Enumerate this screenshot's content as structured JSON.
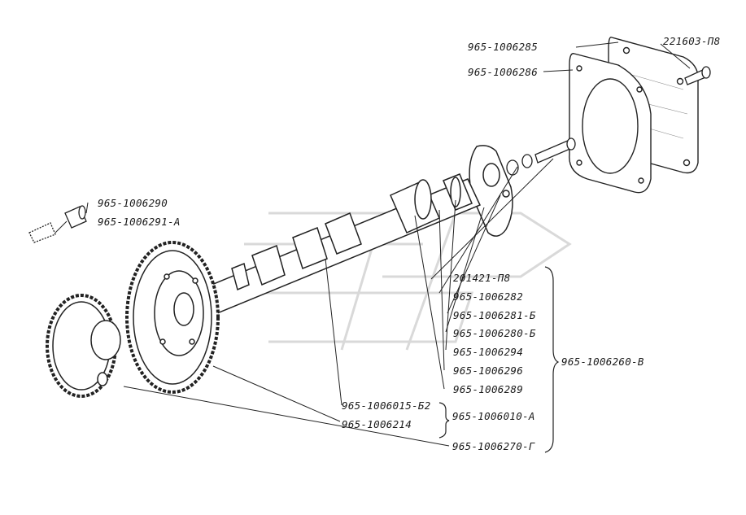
{
  "labels": {
    "cover": "965-1006285",
    "gasket": "965-1006286",
    "cover_bolt": "221603-П8",
    "plug_upper": "965-1006290",
    "plug_lower": "965-1006291-А",
    "washer": "201421-П8",
    "flange": "965-1006282",
    "ring_a": "965-1006281-Б",
    "ring_b": "965-1006280-Б",
    "spacer": "965-1006294",
    "key": "965-1006296",
    "shaft": "965-1006289",
    "camshaft_assembly": "965-1006260-В",
    "gear_large": "965-1006015-Б2",
    "gear_hub": "965-1006214",
    "gear_assembly": "965-1006010-А",
    "drive_gear": "965-1006270-Г"
  }
}
